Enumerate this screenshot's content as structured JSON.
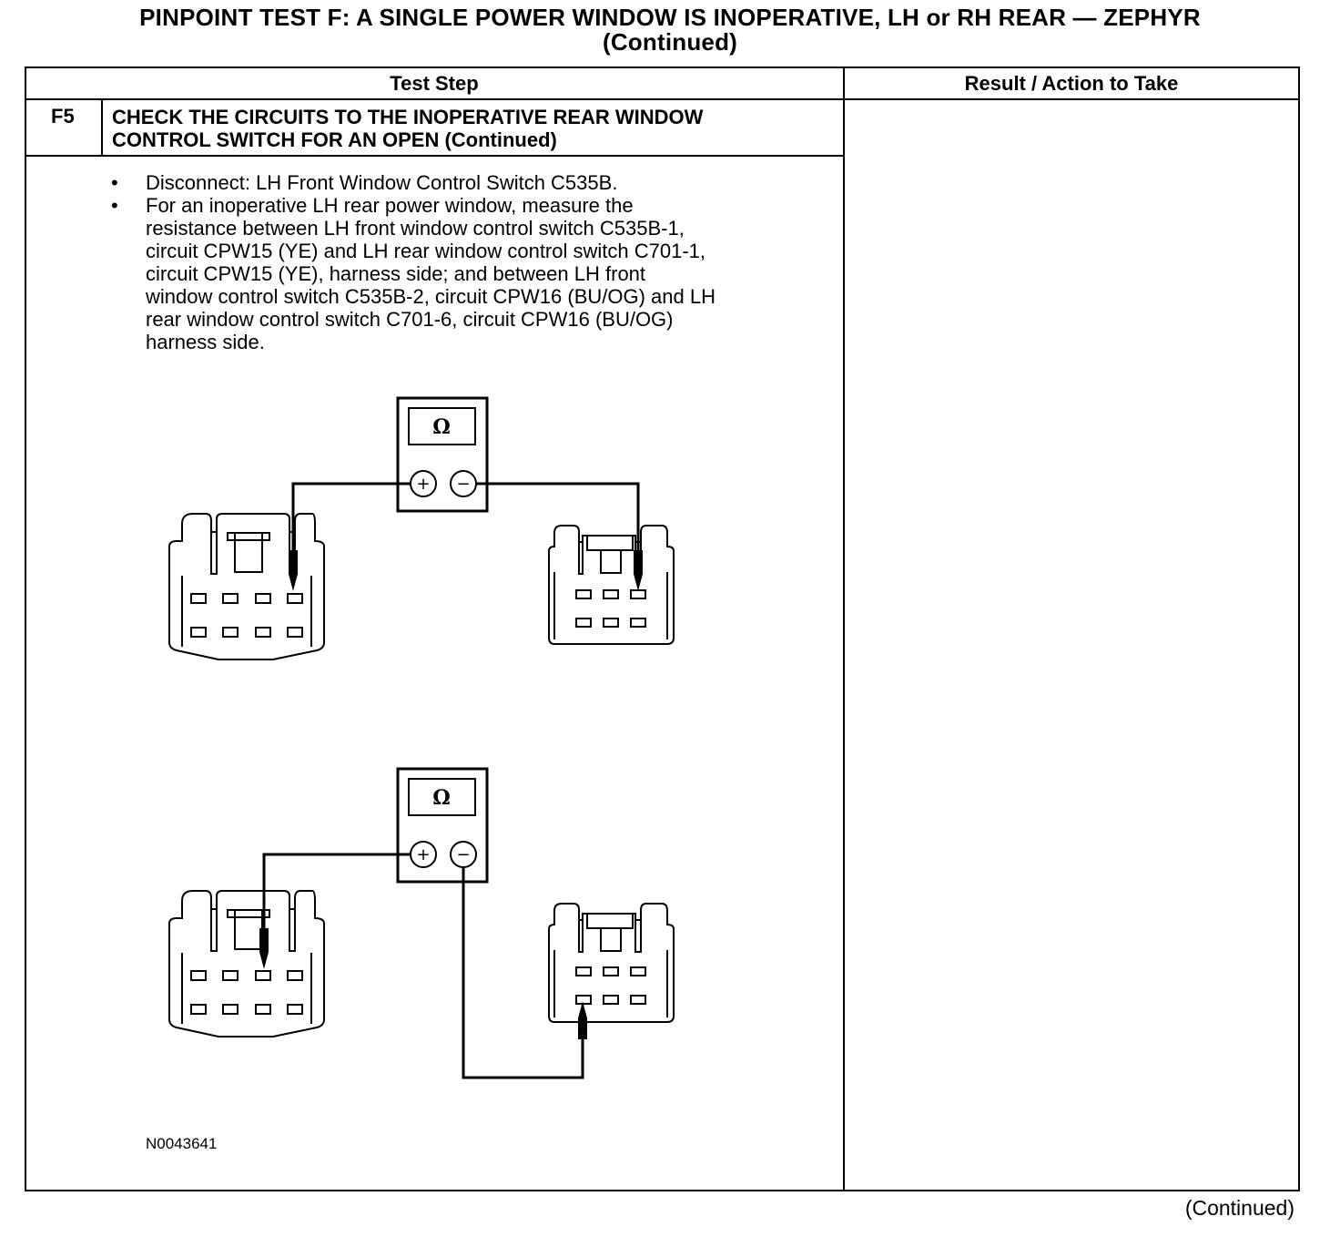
{
  "title": {
    "line1": "PINPOINT TEST  F: A SINGLE POWER WINDOW IS INOPERATIVE, LH or RH REAR — ZEPHYR",
    "line2": "(Continued)"
  },
  "table": {
    "header_test_step": "Test Step",
    "header_result": "Result / Action to Take",
    "step_id": "F5",
    "step_title_line1": "CHECK THE CIRCUITS TO THE INOPERATIVE REAR WINDOW",
    "step_title_line2": "CONTROL SWITCH FOR AN OPEN (Continued)",
    "bullets": [
      {
        "symbol": "•",
        "lines": [
          "Disconnect: LH Front Window Control Switch C535B."
        ]
      },
      {
        "symbol": "•",
        "lines": [
          "For an inoperative LH rear power window, measure the",
          "resistance between LH front window control switch C535B-1,",
          "circuit CPW15 (YE) and LH rear window control switch C701-1,",
          "circuit  CPW15 (YE), harness side; and between LH front",
          "window control switch C535B-2, circuit CPW16 (BU/OG) and LH",
          "rear window control switch C701-6, circuit CPW16 (BU/OG)",
          "harness side."
        ]
      }
    ],
    "figure_id": "N0043641"
  },
  "meter": {
    "symbol": "Ω",
    "plus": "+",
    "minus": "−"
  },
  "footer": {
    "continued": "(Continued)"
  }
}
